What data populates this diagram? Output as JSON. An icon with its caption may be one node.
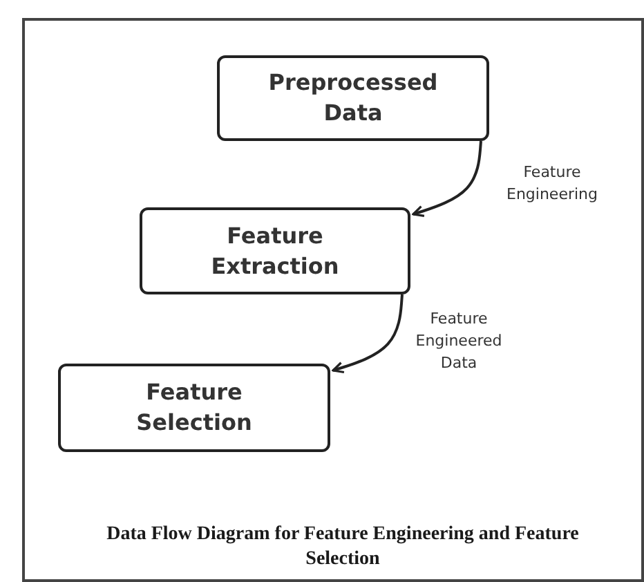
{
  "diagram": {
    "caption": "Data Flow Diagram for Feature Engineering and Feature Selection",
    "nodes": [
      {
        "text": [
          "Preprocessed Data"
        ]
      },
      {
        "text": [
          "Feature Extraction"
        ]
      },
      {
        "text": [
          "Feature Selection"
        ]
      }
    ],
    "edges": [
      {
        "from": 0,
        "to": 1,
        "arrow": "to",
        "label": "Feature Engineering"
      },
      {
        "from": 1,
        "to": 2,
        "arrow": "to",
        "label": "Feature Engineered Data"
      }
    ]
  }
}
